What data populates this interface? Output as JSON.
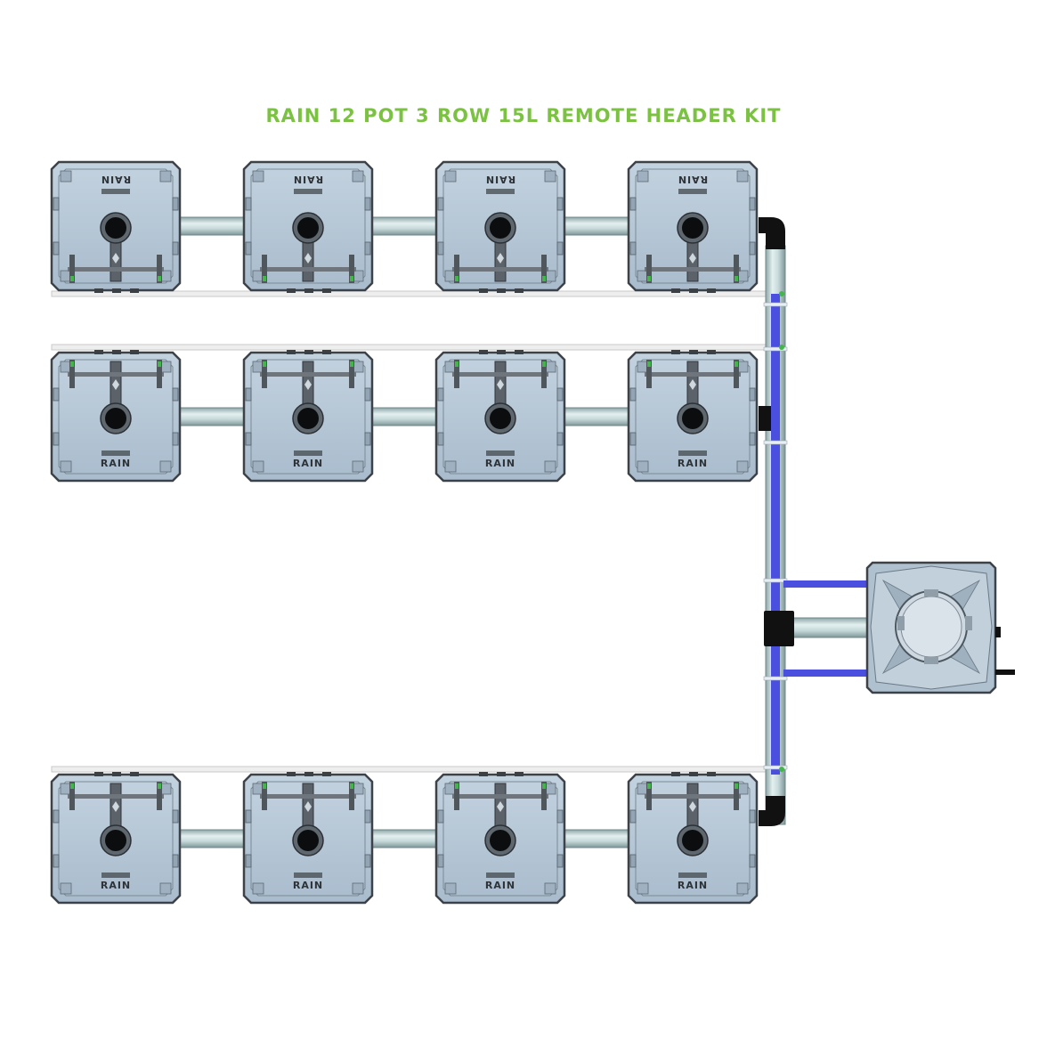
{
  "title": "RAIN 12 POT 3 ROW 15L REMOTE HEADER KIT",
  "pot_label": "RAIN",
  "colors": {
    "title": "#7cc242",
    "pot_body": "#aebfcf",
    "pot_outline": "#3d4248",
    "pipe": "#b8cfd0",
    "feed_line": "#4a4fe0",
    "fitting": "#111111",
    "clip": "#43b54a"
  },
  "layout": {
    "rows": [
      {
        "name": "row-1",
        "pots": 4,
        "orientation": "flipped"
      },
      {
        "name": "row-2",
        "pots": 4,
        "orientation": "normal"
      },
      {
        "name": "row-3",
        "pots": 4,
        "orientation": "normal"
      }
    ],
    "header_tank": {
      "name": "remote-header-tank"
    }
  }
}
